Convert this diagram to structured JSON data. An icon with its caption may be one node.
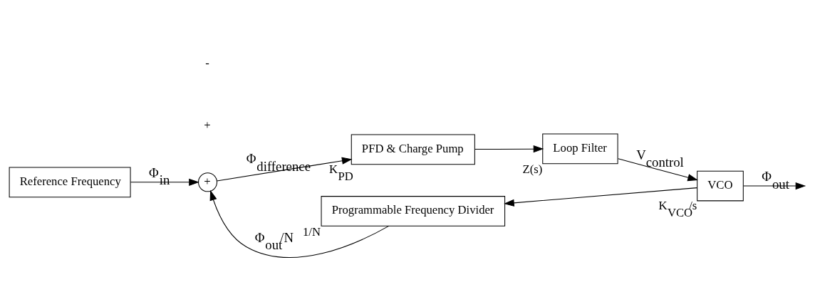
{
  "diagram": {
    "nodes": [
      {
        "text": [
          "Reference Frequency"
        ]
      },
      {
        "text": [
          "+"
        ]
      },
      {
        "text": [
          "PFD & Charge Pump"
        ],
        "beside": [
          "K$_{PD}$"
        ]
      },
      {
        "text": [
          "Loop Filter"
        ],
        "beside": [
          "Z(s)"
        ]
      },
      {
        "text": [
          "VCO"
        ],
        "beside": [
          "K$_{VCO}$/s"
        ]
      },
      {
        "text": [
          "Programmable Frequency Divider"
        ],
        "beside": [
          "1/N"
        ]
      }
    ],
    "edges": [
      {
        "from": 0,
        "to": 1,
        "arrow": "to",
        "label": "Φ$_{in}$"
      },
      {
        "from": 1,
        "to": 2,
        "arrow": "to",
        "label": "Φ$_{difference}$"
      },
      {
        "from": 2,
        "to": 3,
        "arrow": "to"
      },
      {
        "from": 3,
        "to": 4,
        "arrow": "to",
        "label": "V$_{control}$"
      },
      {
        "from": 4,
        "to": null,
        "arrow": "to",
        "label": "Φ$_{out}$"
      },
      {
        "from": 4,
        "to": 5,
        "arrow": "to"
      },
      {
        "from": 5,
        "to": 1,
        "arrow": "to",
        "label": "Φ$_{out}$/N"
      }
    ],
    "labels": [
      "+",
      "-"
    ]
  }
}
